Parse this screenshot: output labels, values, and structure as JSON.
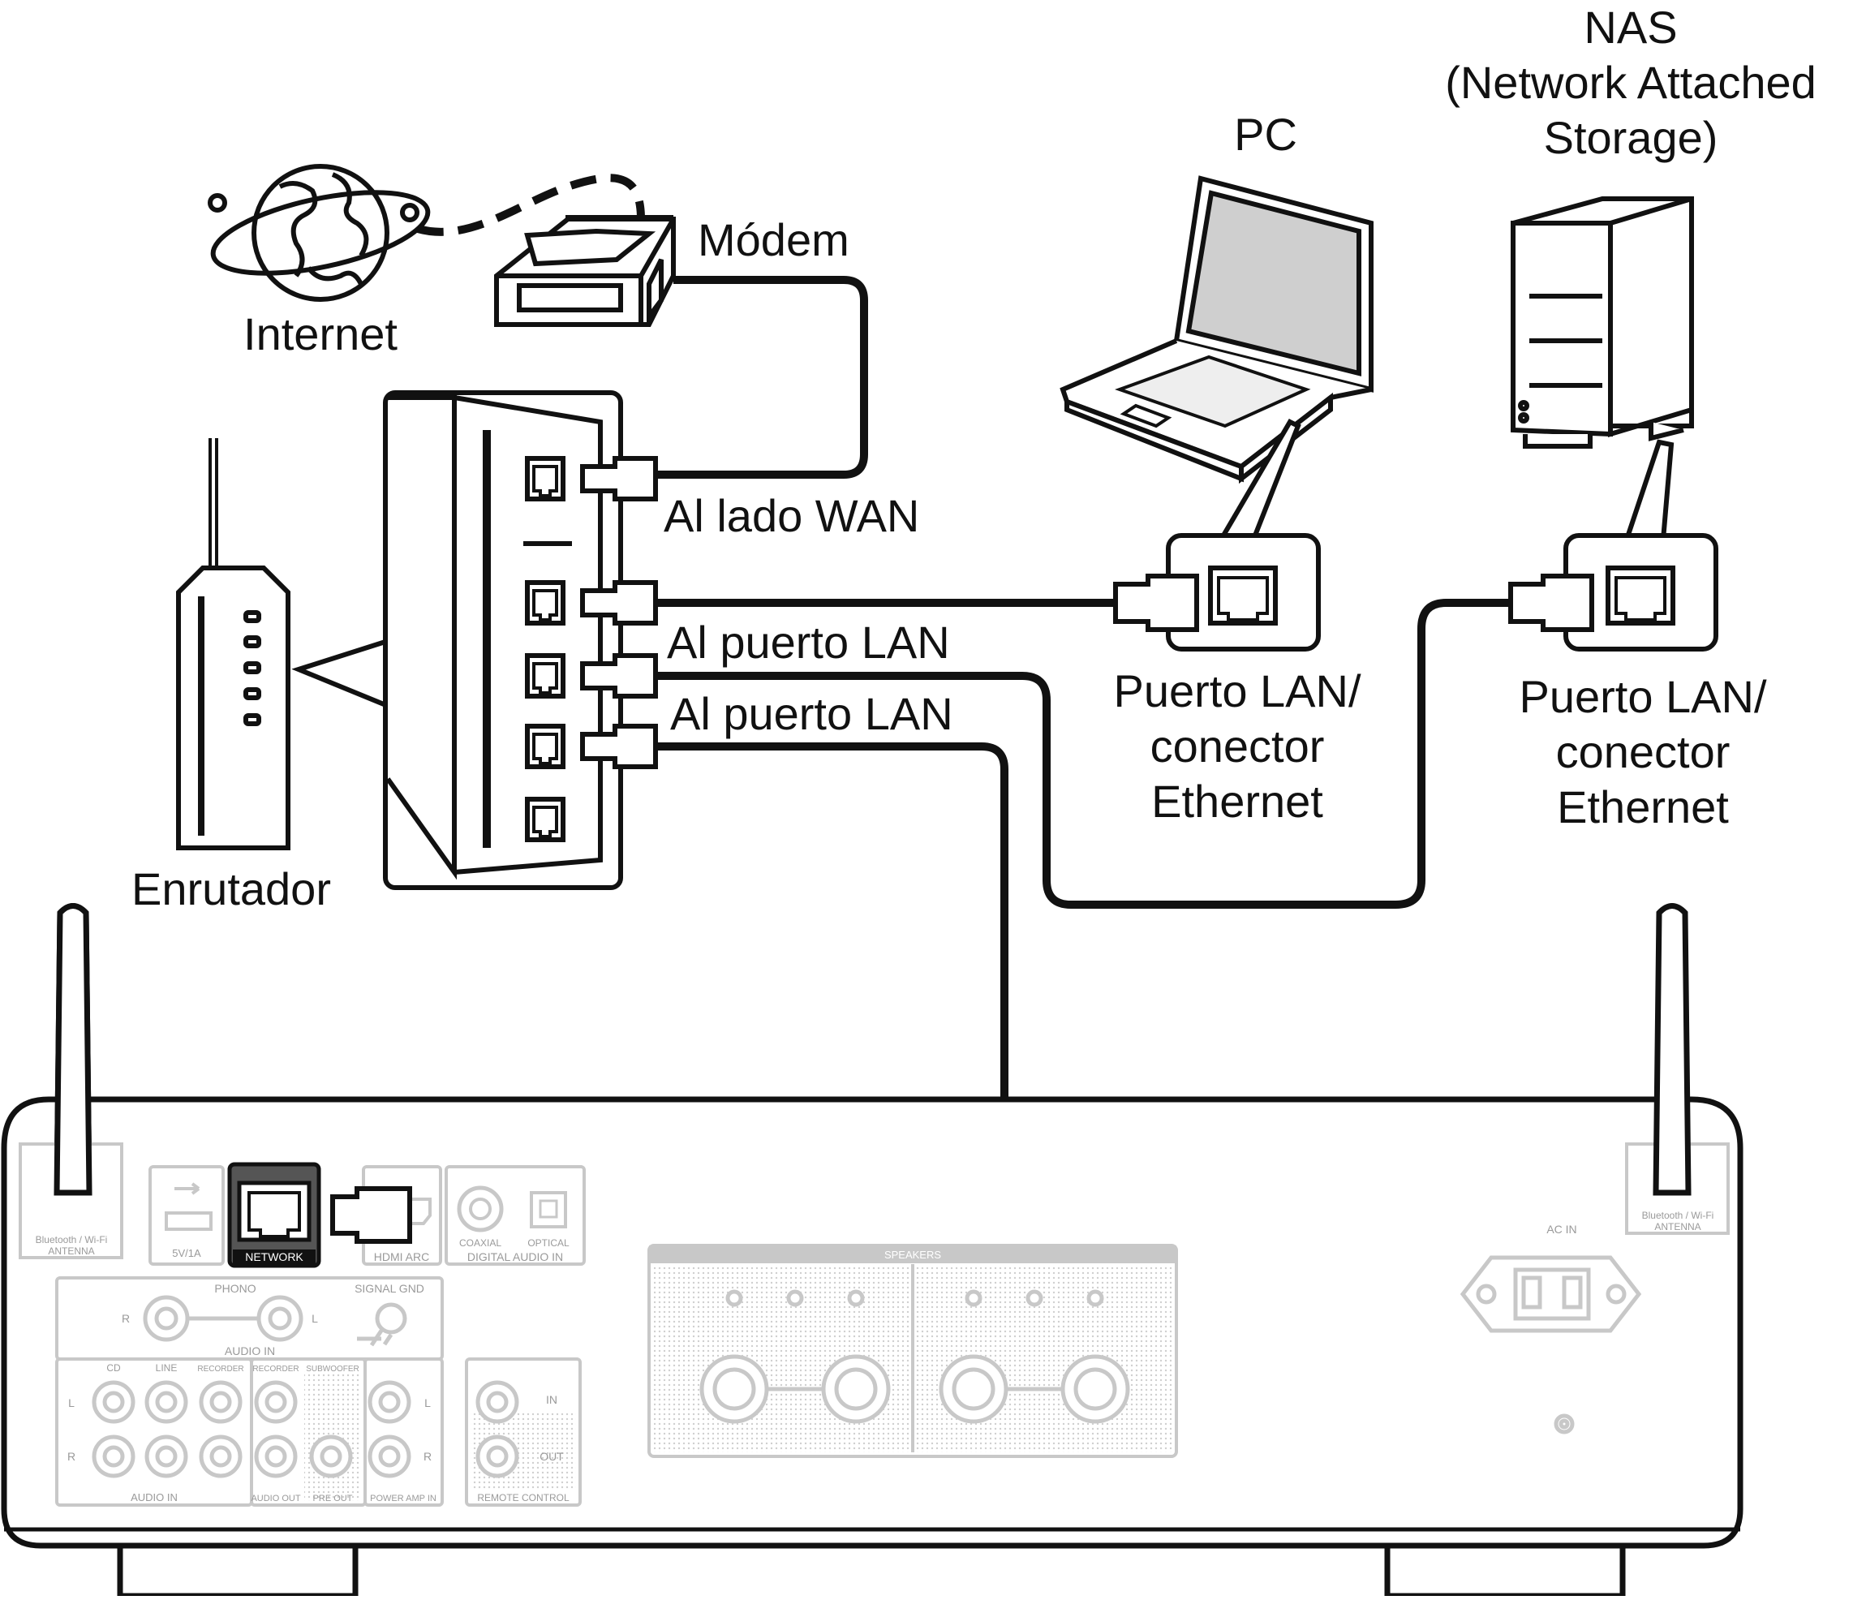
{
  "labels": {
    "internet": "Internet",
    "modem": "Módem",
    "pc": "PC",
    "nas": "NAS\n(Network Attached\nStorage)",
    "router": "Enrutador",
    "wan": "Al lado WAN",
    "lan1": "Al puerto LAN",
    "lan2": "Al puerto LAN",
    "pc_port": "Puerto LAN/\nconector\nEthernet",
    "nas_port": "Puerto LAN/\nconector\nEthernet"
  },
  "panel": {
    "antenna_left": "Bluetooth / Wi-Fi\nANTENNA",
    "antenna_right": "Bluetooth / Wi-Fi\nANTENNA",
    "usb": "5V/1A",
    "network": "NETWORK",
    "hdmi": "HDMI ARC",
    "coaxial": "COAXIAL",
    "optical": "OPTICAL",
    "digital_in": "DIGITAL AUDIO IN",
    "phono": "PHONO",
    "signal_gnd": "SIGNAL GND",
    "audio_in_top": "AUDIO IN",
    "cd": "CD",
    "line": "LINE",
    "recorder": "RECORDER",
    "recorder_out": "RECORDER",
    "subwoofer": "SUBWOOFER",
    "audio_in_bottom": "AUDIO IN",
    "audio_out": "AUDIO OUT",
    "pre_out": "PRE OUT",
    "power_amp_in": "POWER AMP IN",
    "remote_in": "IN",
    "remote_out": "OUT",
    "remote_control": "REMOTE CONTROL",
    "speakers": "SPEAKERS",
    "ac_in": "AC IN",
    "ch_r": "R",
    "ch_l": "L"
  }
}
